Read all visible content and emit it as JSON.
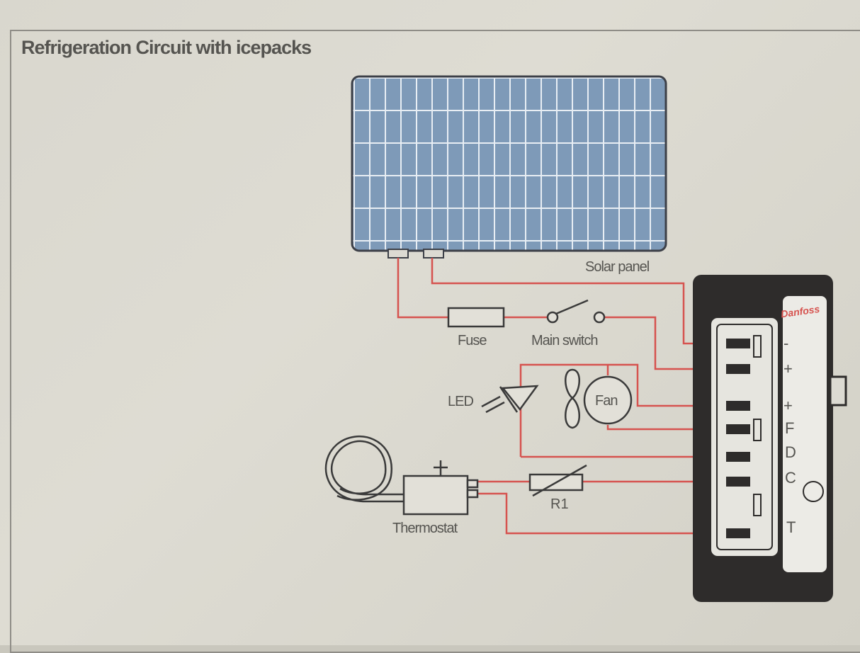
{
  "title": "Refrigeration Circuit with icepacks",
  "labels": {
    "solar_panel": "Solar panel",
    "fuse": "Fuse",
    "main_switch": "Main switch",
    "led": "LED",
    "fan": "Fan",
    "thermostat": "Thermostat",
    "r1": "R1",
    "brand": "Danfoss"
  },
  "terminals": [
    "-",
    "+",
    "+",
    "F",
    "D",
    "C",
    "T"
  ],
  "colors": {
    "wire": "#d6534f",
    "panel": "#7e9ab8",
    "controller": "#2e2c2b",
    "ink": "#555450"
  }
}
